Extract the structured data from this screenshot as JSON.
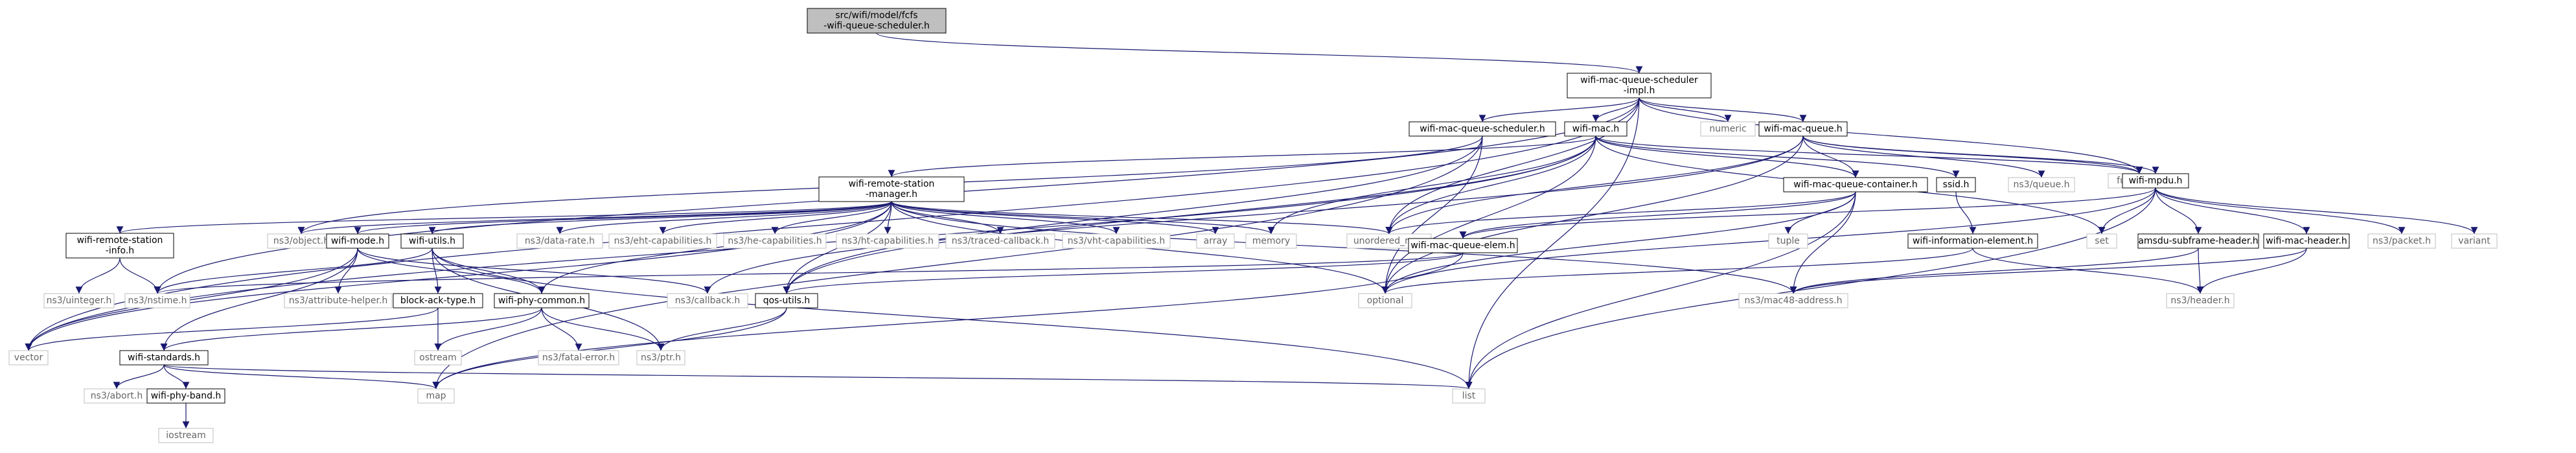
{
  "title": "src/wifi/model/fcfs-wifi-queue-scheduler.h",
  "colors": {
    "edge": "#191970",
    "node_border": "#000000",
    "external_border": "#bfbfbf",
    "root_fill": "#bfbfbf",
    "text": "#000000",
    "external_text": "#666666"
  },
  "nodes": [
    {
      "id": "root",
      "lines": [
        "src/wifi/model/fcfs",
        "-wifi-queue-scheduler.h"
      ],
      "kind": "root"
    },
    {
      "id": "impl",
      "lines": [
        "wifi-mac-queue-scheduler",
        "-impl.h"
      ],
      "kind": "internal"
    },
    {
      "id": "sched",
      "lines": [
        "wifi-mac-queue-scheduler.h"
      ],
      "kind": "internal"
    },
    {
      "id": "mac",
      "lines": [
        "wifi-mac.h"
      ],
      "kind": "internal"
    },
    {
      "id": "numeric",
      "lines": [
        "numeric"
      ],
      "kind": "external"
    },
    {
      "id": "queue",
      "lines": [
        "wifi-mac-queue.h"
      ],
      "kind": "internal"
    },
    {
      "id": "functional",
      "lines": [
        "functional"
      ],
      "kind": "external"
    },
    {
      "id": "rsm",
      "lines": [
        "wifi-remote-station",
        "-manager.h"
      ],
      "kind": "internal"
    },
    {
      "id": "qcont",
      "lines": [
        "wifi-mac-queue-container.h"
      ],
      "kind": "internal"
    },
    {
      "id": "ssid",
      "lines": [
        "ssid.h"
      ],
      "kind": "internal"
    },
    {
      "id": "nsqueue",
      "lines": [
        "ns3/queue.h"
      ],
      "kind": "external"
    },
    {
      "id": "mpdu",
      "lines": [
        "wifi-mpdu.h"
      ],
      "kind": "internal"
    },
    {
      "id": "rsinfo",
      "lines": [
        "wifi-remote-station",
        "-info.h"
      ],
      "kind": "internal"
    },
    {
      "id": "object",
      "lines": [
        "ns3/object.h"
      ],
      "kind": "external"
    },
    {
      "id": "mode",
      "lines": [
        "wifi-mode.h"
      ],
      "kind": "internal"
    },
    {
      "id": "utils",
      "lines": [
        "wifi-utils.h"
      ],
      "kind": "internal"
    },
    {
      "id": "datarate",
      "lines": [
        "ns3/data-rate.h"
      ],
      "kind": "external"
    },
    {
      "id": "ehtcap",
      "lines": [
        "ns3/eht-capabilities.h"
      ],
      "kind": "external"
    },
    {
      "id": "hecap",
      "lines": [
        "ns3/he-capabilities.h"
      ],
      "kind": "external"
    },
    {
      "id": "htcap",
      "lines": [
        "ns3/ht-capabilities.h"
      ],
      "kind": "external"
    },
    {
      "id": "traced",
      "lines": [
        "ns3/traced-callback.h"
      ],
      "kind": "external"
    },
    {
      "id": "vhtcap",
      "lines": [
        "ns3/vht-capabilities.h"
      ],
      "kind": "external"
    },
    {
      "id": "array",
      "lines": [
        "array"
      ],
      "kind": "external"
    },
    {
      "id": "memory",
      "lines": [
        "memory"
      ],
      "kind": "external"
    },
    {
      "id": "umap",
      "lines": [
        "unordered_map"
      ],
      "kind": "external"
    },
    {
      "id": "tuple",
      "lines": [
        "tuple"
      ],
      "kind": "external"
    },
    {
      "id": "elem",
      "lines": [
        "wifi-mac-queue-elem.h"
      ],
      "kind": "internal"
    },
    {
      "id": "infoelem",
      "lines": [
        "wifi-information-element.h"
      ],
      "kind": "internal"
    },
    {
      "id": "set",
      "lines": [
        "set"
      ],
      "kind": "external"
    },
    {
      "id": "amsdu",
      "lines": [
        "amsdu-subframe-header.h"
      ],
      "kind": "internal"
    },
    {
      "id": "machdr",
      "lines": [
        "wifi-mac-header.h"
      ],
      "kind": "internal"
    },
    {
      "id": "packet",
      "lines": [
        "ns3/packet.h"
      ],
      "kind": "external"
    },
    {
      "id": "variant",
      "lines": [
        "variant"
      ],
      "kind": "external"
    },
    {
      "id": "uinteger",
      "lines": [
        "ns3/uinteger.h"
      ],
      "kind": "external"
    },
    {
      "id": "nstime",
      "lines": [
        "ns3/nstime.h"
      ],
      "kind": "external"
    },
    {
      "id": "attrhelper",
      "lines": [
        "ns3/attribute-helper.h"
      ],
      "kind": "external"
    },
    {
      "id": "callback",
      "lines": [
        "ns3/callback.h"
      ],
      "kind": "external"
    },
    {
      "id": "blockack",
      "lines": [
        "block-ack-type.h"
      ],
      "kind": "internal"
    },
    {
      "id": "phycommon",
      "lines": [
        "wifi-phy-common.h"
      ],
      "kind": "internal"
    },
    {
      "id": "qosutils",
      "lines": [
        "qos-utils.h"
      ],
      "kind": "internal"
    },
    {
      "id": "optional",
      "lines": [
        "optional"
      ],
      "kind": "external"
    },
    {
      "id": "mac48",
      "lines": [
        "ns3/mac48-address.h"
      ],
      "kind": "external"
    },
    {
      "id": "header",
      "lines": [
        "ns3/header.h"
      ],
      "kind": "external"
    },
    {
      "id": "vector",
      "lines": [
        "vector"
      ],
      "kind": "external"
    },
    {
      "id": "standards",
      "lines": [
        "wifi-standards.h"
      ],
      "kind": "internal"
    },
    {
      "id": "ostream",
      "lines": [
        "ostream"
      ],
      "kind": "external"
    },
    {
      "id": "fatal",
      "lines": [
        "ns3/fatal-error.h"
      ],
      "kind": "external"
    },
    {
      "id": "ptr",
      "lines": [
        "ns3/ptr.h"
      ],
      "kind": "external"
    },
    {
      "id": "abort",
      "lines": [
        "ns3/abort.h"
      ],
      "kind": "external"
    },
    {
      "id": "band",
      "lines": [
        "wifi-phy-band.h"
      ],
      "kind": "internal"
    },
    {
      "id": "map",
      "lines": [
        "map"
      ],
      "kind": "external"
    },
    {
      "id": "list",
      "lines": [
        "list"
      ],
      "kind": "external"
    },
    {
      "id": "iostream",
      "lines": [
        "iostream"
      ],
      "kind": "external"
    }
  ],
  "edges": [
    [
      "root",
      "impl"
    ],
    [
      "impl",
      "sched"
    ],
    [
      "impl",
      "mac"
    ],
    [
      "impl",
      "numeric"
    ],
    [
      "impl",
      "queue"
    ],
    [
      "impl",
      "functional"
    ],
    [
      "impl",
      "umap"
    ],
    [
      "impl",
      "list"
    ],
    [
      "impl",
      "nstime"
    ],
    [
      "impl",
      "vector"
    ],
    [
      "sched",
      "object"
    ],
    [
      "sched",
      "map"
    ],
    [
      "sched",
      "optional"
    ],
    [
      "sched",
      "qosutils"
    ],
    [
      "mac",
      "rsm"
    ],
    [
      "mac",
      "qcont"
    ],
    [
      "mac",
      "ssid"
    ],
    [
      "mac",
      "qosutils"
    ],
    [
      "mac",
      "memory"
    ],
    [
      "mac",
      "umap"
    ],
    [
      "mac",
      "optional"
    ],
    [
      "mac",
      "set"
    ],
    [
      "mac",
      "functional"
    ],
    [
      "mac",
      "vector"
    ],
    [
      "queue",
      "qcont"
    ],
    [
      "queue",
      "nsqueue"
    ],
    [
      "queue",
      "mpdu"
    ],
    [
      "queue",
      "umap"
    ],
    [
      "queue",
      "functional"
    ],
    [
      "queue",
      "optional"
    ],
    [
      "queue",
      "callback"
    ],
    [
      "rsm",
      "rsinfo"
    ],
    [
      "rsm",
      "object"
    ],
    [
      "rsm",
      "mode"
    ],
    [
      "rsm",
      "utils"
    ],
    [
      "rsm",
      "datarate"
    ],
    [
      "rsm",
      "ehtcap"
    ],
    [
      "rsm",
      "hecap"
    ],
    [
      "rsm",
      "htcap"
    ],
    [
      "rsm",
      "traced"
    ],
    [
      "rsm",
      "vhtcap"
    ],
    [
      "rsm",
      "array"
    ],
    [
      "rsm",
      "memory"
    ],
    [
      "rsm",
      "umap"
    ],
    [
      "rsm",
      "optional"
    ],
    [
      "rsm",
      "mac48"
    ],
    [
      "rsm",
      "phycommon"
    ],
    [
      "rsm",
      "qosutils"
    ],
    [
      "rsm",
      "vector"
    ],
    [
      "qcont",
      "elem"
    ],
    [
      "qcont",
      "umap"
    ],
    [
      "qcont",
      "tuple"
    ],
    [
      "qcont",
      "optional"
    ],
    [
      "qcont",
      "mac48"
    ],
    [
      "qcont",
      "list"
    ],
    [
      "ssid",
      "infoelem"
    ],
    [
      "mpdu",
      "amsdu"
    ],
    [
      "mpdu",
      "machdr"
    ],
    [
      "mpdu",
      "packet"
    ],
    [
      "mpdu",
      "set"
    ],
    [
      "mpdu",
      "variant"
    ],
    [
      "mpdu",
      "list"
    ],
    [
      "mpdu",
      "optional"
    ],
    [
      "mpdu",
      "elem"
    ],
    [
      "rsinfo",
      "uinteger"
    ],
    [
      "rsinfo",
      "nstime"
    ],
    [
      "mode",
      "attrhelper"
    ],
    [
      "mode",
      "callback"
    ],
    [
      "mode",
      "vector"
    ],
    [
      "mode",
      "phycommon"
    ],
    [
      "mode",
      "standards"
    ],
    [
      "utils",
      "blockack"
    ],
    [
      "utils",
      "phycommon"
    ],
    [
      "utils",
      "nstime"
    ],
    [
      "utils",
      "ptr"
    ],
    [
      "utils",
      "list"
    ],
    [
      "elem",
      "nstime"
    ],
    [
      "elem",
      "qosutils"
    ],
    [
      "elem",
      "map"
    ],
    [
      "infoelem",
      "header"
    ],
    [
      "infoelem",
      "optional"
    ],
    [
      "amsdu",
      "mac48"
    ],
    [
      "amsdu",
      "header"
    ],
    [
      "machdr",
      "mac48"
    ],
    [
      "machdr",
      "header"
    ],
    [
      "blockack",
      "ostream"
    ],
    [
      "blockack",
      "vector"
    ],
    [
      "phycommon",
      "standards"
    ],
    [
      "phycommon",
      "fatal"
    ],
    [
      "phycommon",
      "ptr"
    ],
    [
      "phycommon",
      "ostream"
    ],
    [
      "qosutils",
      "ptr"
    ],
    [
      "qosutils",
      "map"
    ],
    [
      "standards",
      "abort"
    ],
    [
      "standards",
      "band"
    ],
    [
      "standards",
      "map"
    ],
    [
      "standards",
      "list"
    ],
    [
      "band",
      "iostream"
    ]
  ]
}
